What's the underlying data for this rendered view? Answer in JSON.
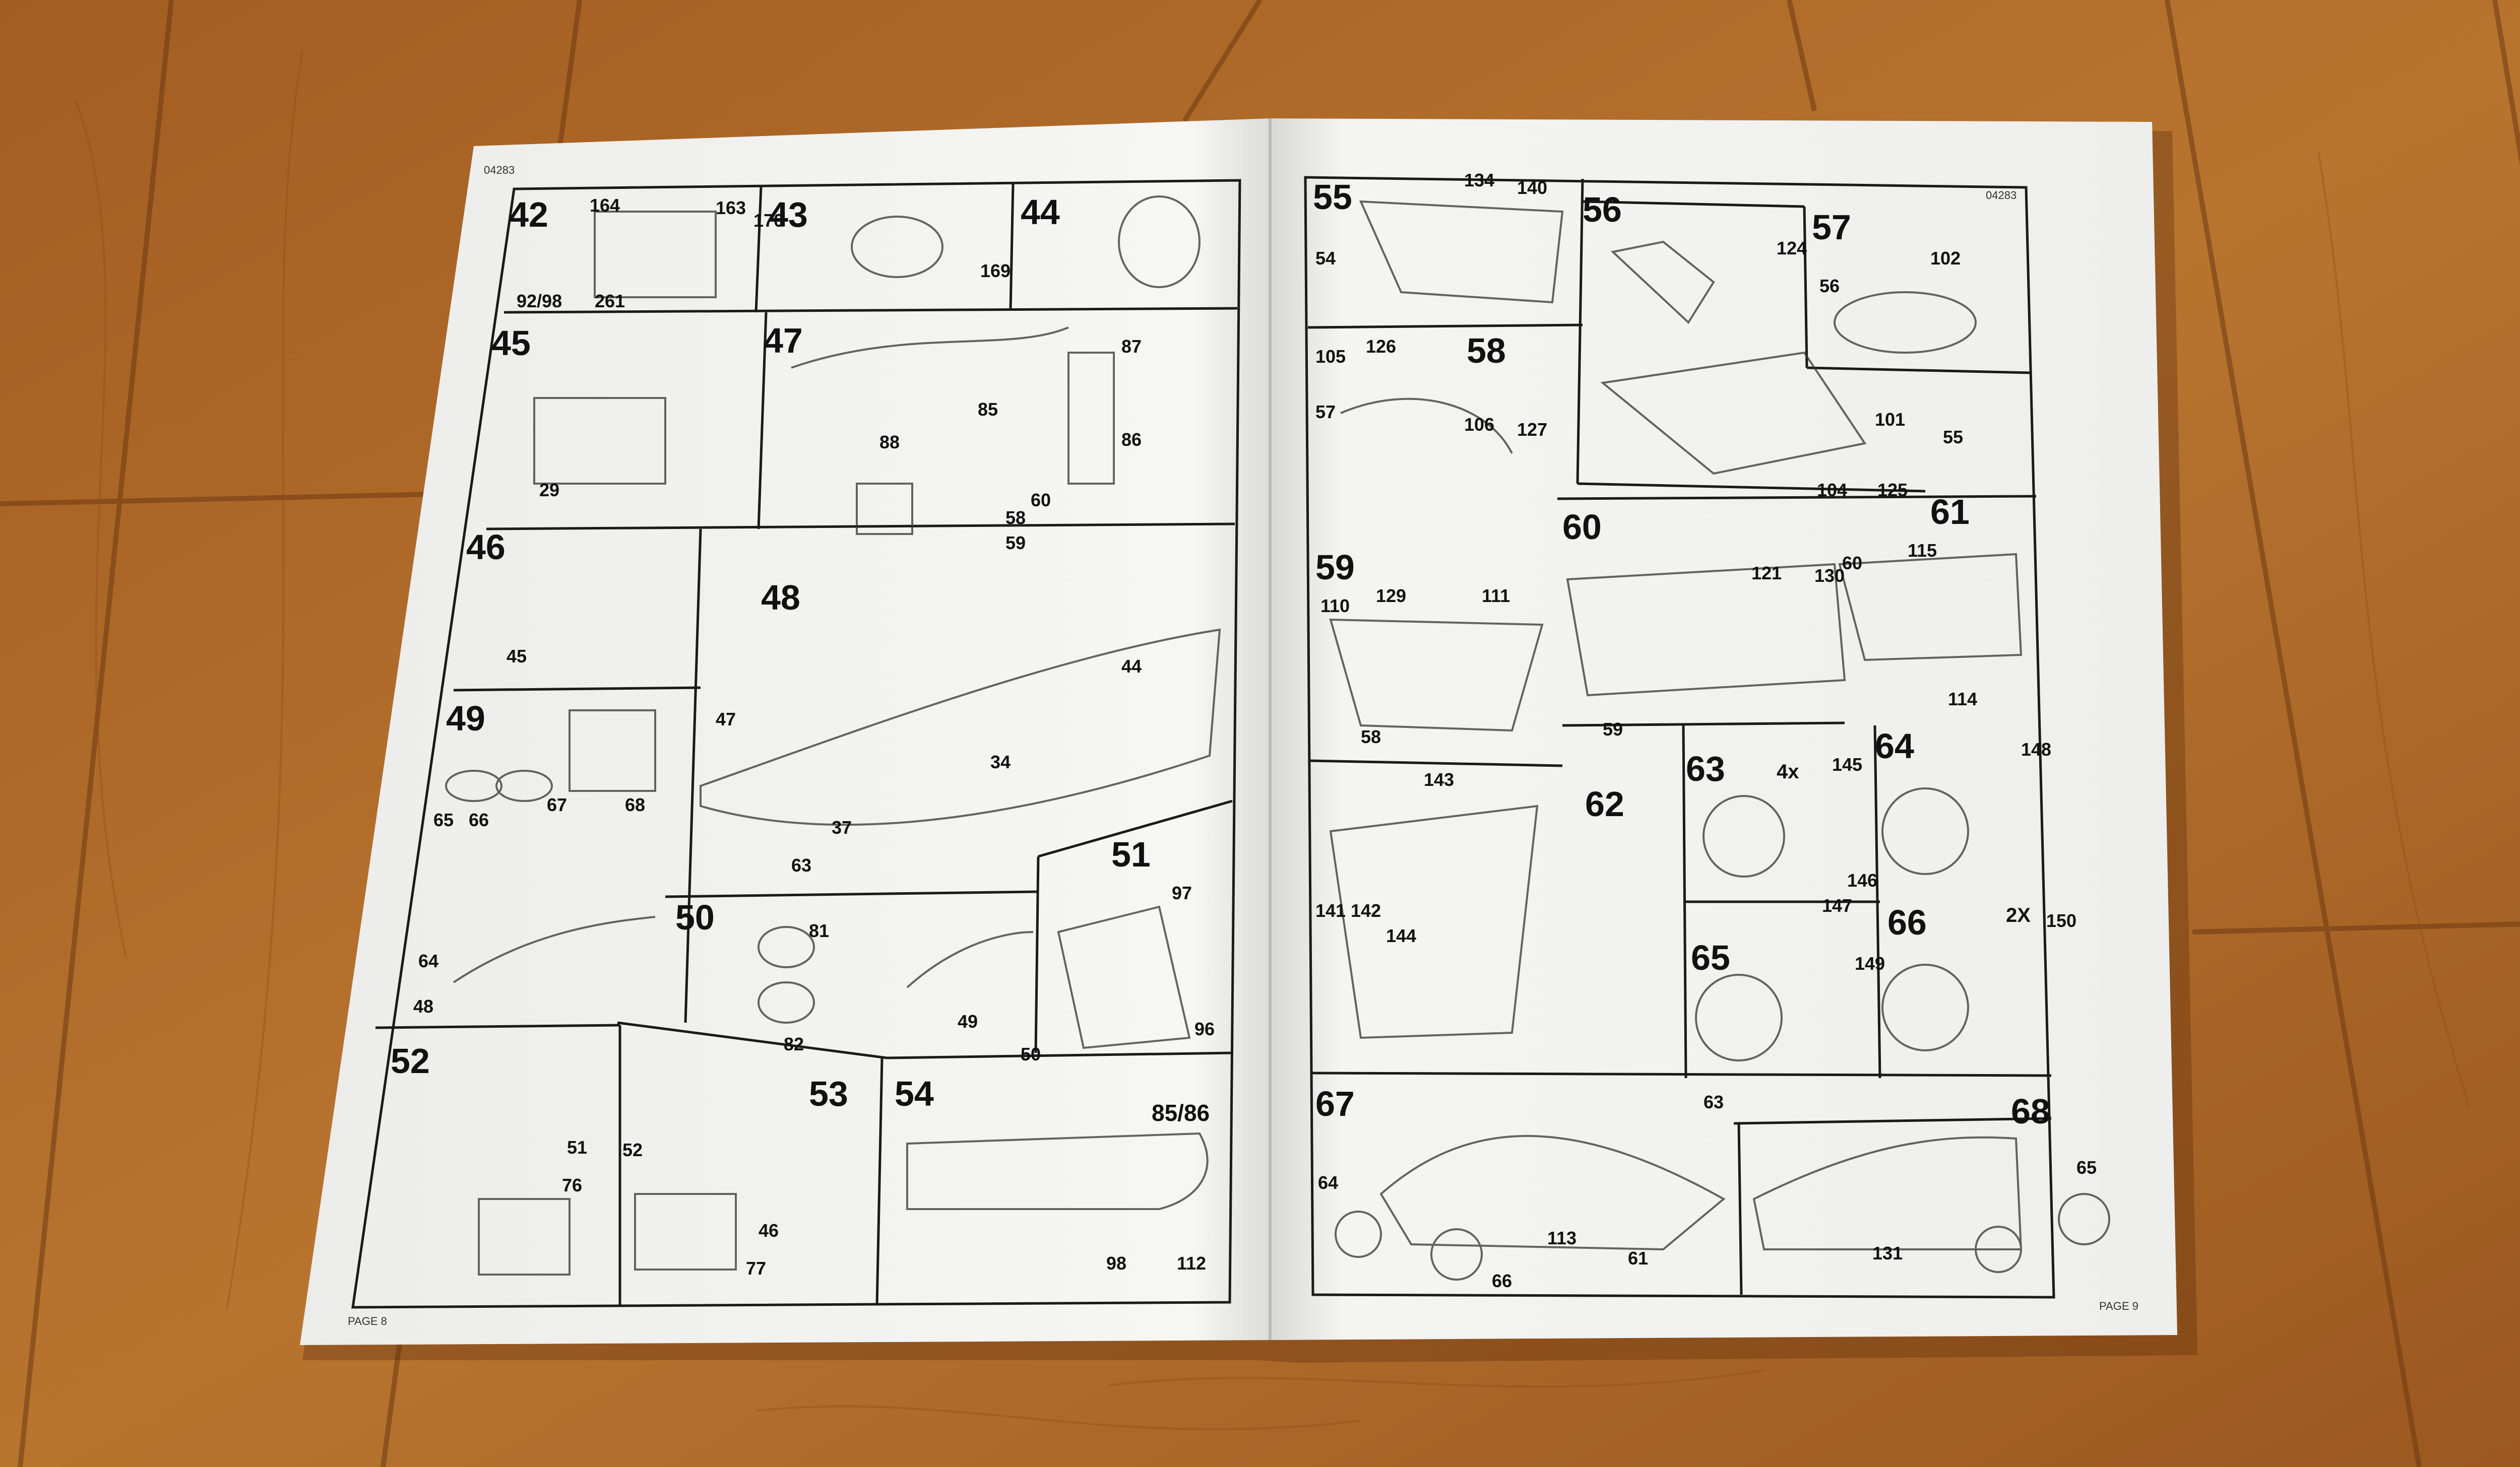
{
  "booklet": {
    "left_page": {
      "page_label": "PAGE 8",
      "code": "04283",
      "step_numbers": [
        "42",
        "43",
        "44",
        "45",
        "47",
        "46",
        "48",
        "49",
        "50",
        "51",
        "52",
        "53",
        "54"
      ],
      "part_numbers": [
        "29",
        "44",
        "45",
        "47",
        "37",
        "34",
        "63",
        "64",
        "48",
        "49",
        "51",
        "52",
        "46",
        "77",
        "98",
        "112",
        "50",
        "96",
        "97",
        "85",
        "86",
        "87",
        "88",
        "58",
        "59",
        "60",
        "65",
        "66",
        "67",
        "68",
        "81",
        "82",
        "76",
        "163",
        "164",
        "169",
        "170",
        "261"
      ],
      "callout_text": "85/86",
      "note": "92/98"
    },
    "right_page": {
      "page_label": "PAGE 9",
      "code": "04283",
      "step_numbers": [
        "55",
        "56",
        "57",
        "58",
        "59",
        "60",
        "61",
        "62",
        "63",
        "64",
        "65",
        "66",
        "67",
        "68"
      ],
      "part_numbers": [
        "54",
        "55",
        "56",
        "57",
        "58",
        "59",
        "60",
        "61",
        "63",
        "64",
        "65",
        "66",
        "101",
        "102",
        "104",
        "105",
        "106",
        "110",
        "111",
        "113",
        "114",
        "115",
        "121",
        "124",
        "125",
        "126",
        "127",
        "129",
        "130",
        "131",
        "134",
        "140",
        "141",
        "142",
        "143",
        "144",
        "145",
        "146",
        "147",
        "148",
        "149",
        "150"
      ],
      "multipliers": [
        "4x",
        "2X"
      ]
    }
  },
  "colors": {
    "floor": "#b06a2a",
    "floor_grain": "#8f4f1c",
    "paper": "#f4f4f2",
    "ink": "#1a1a1a"
  }
}
